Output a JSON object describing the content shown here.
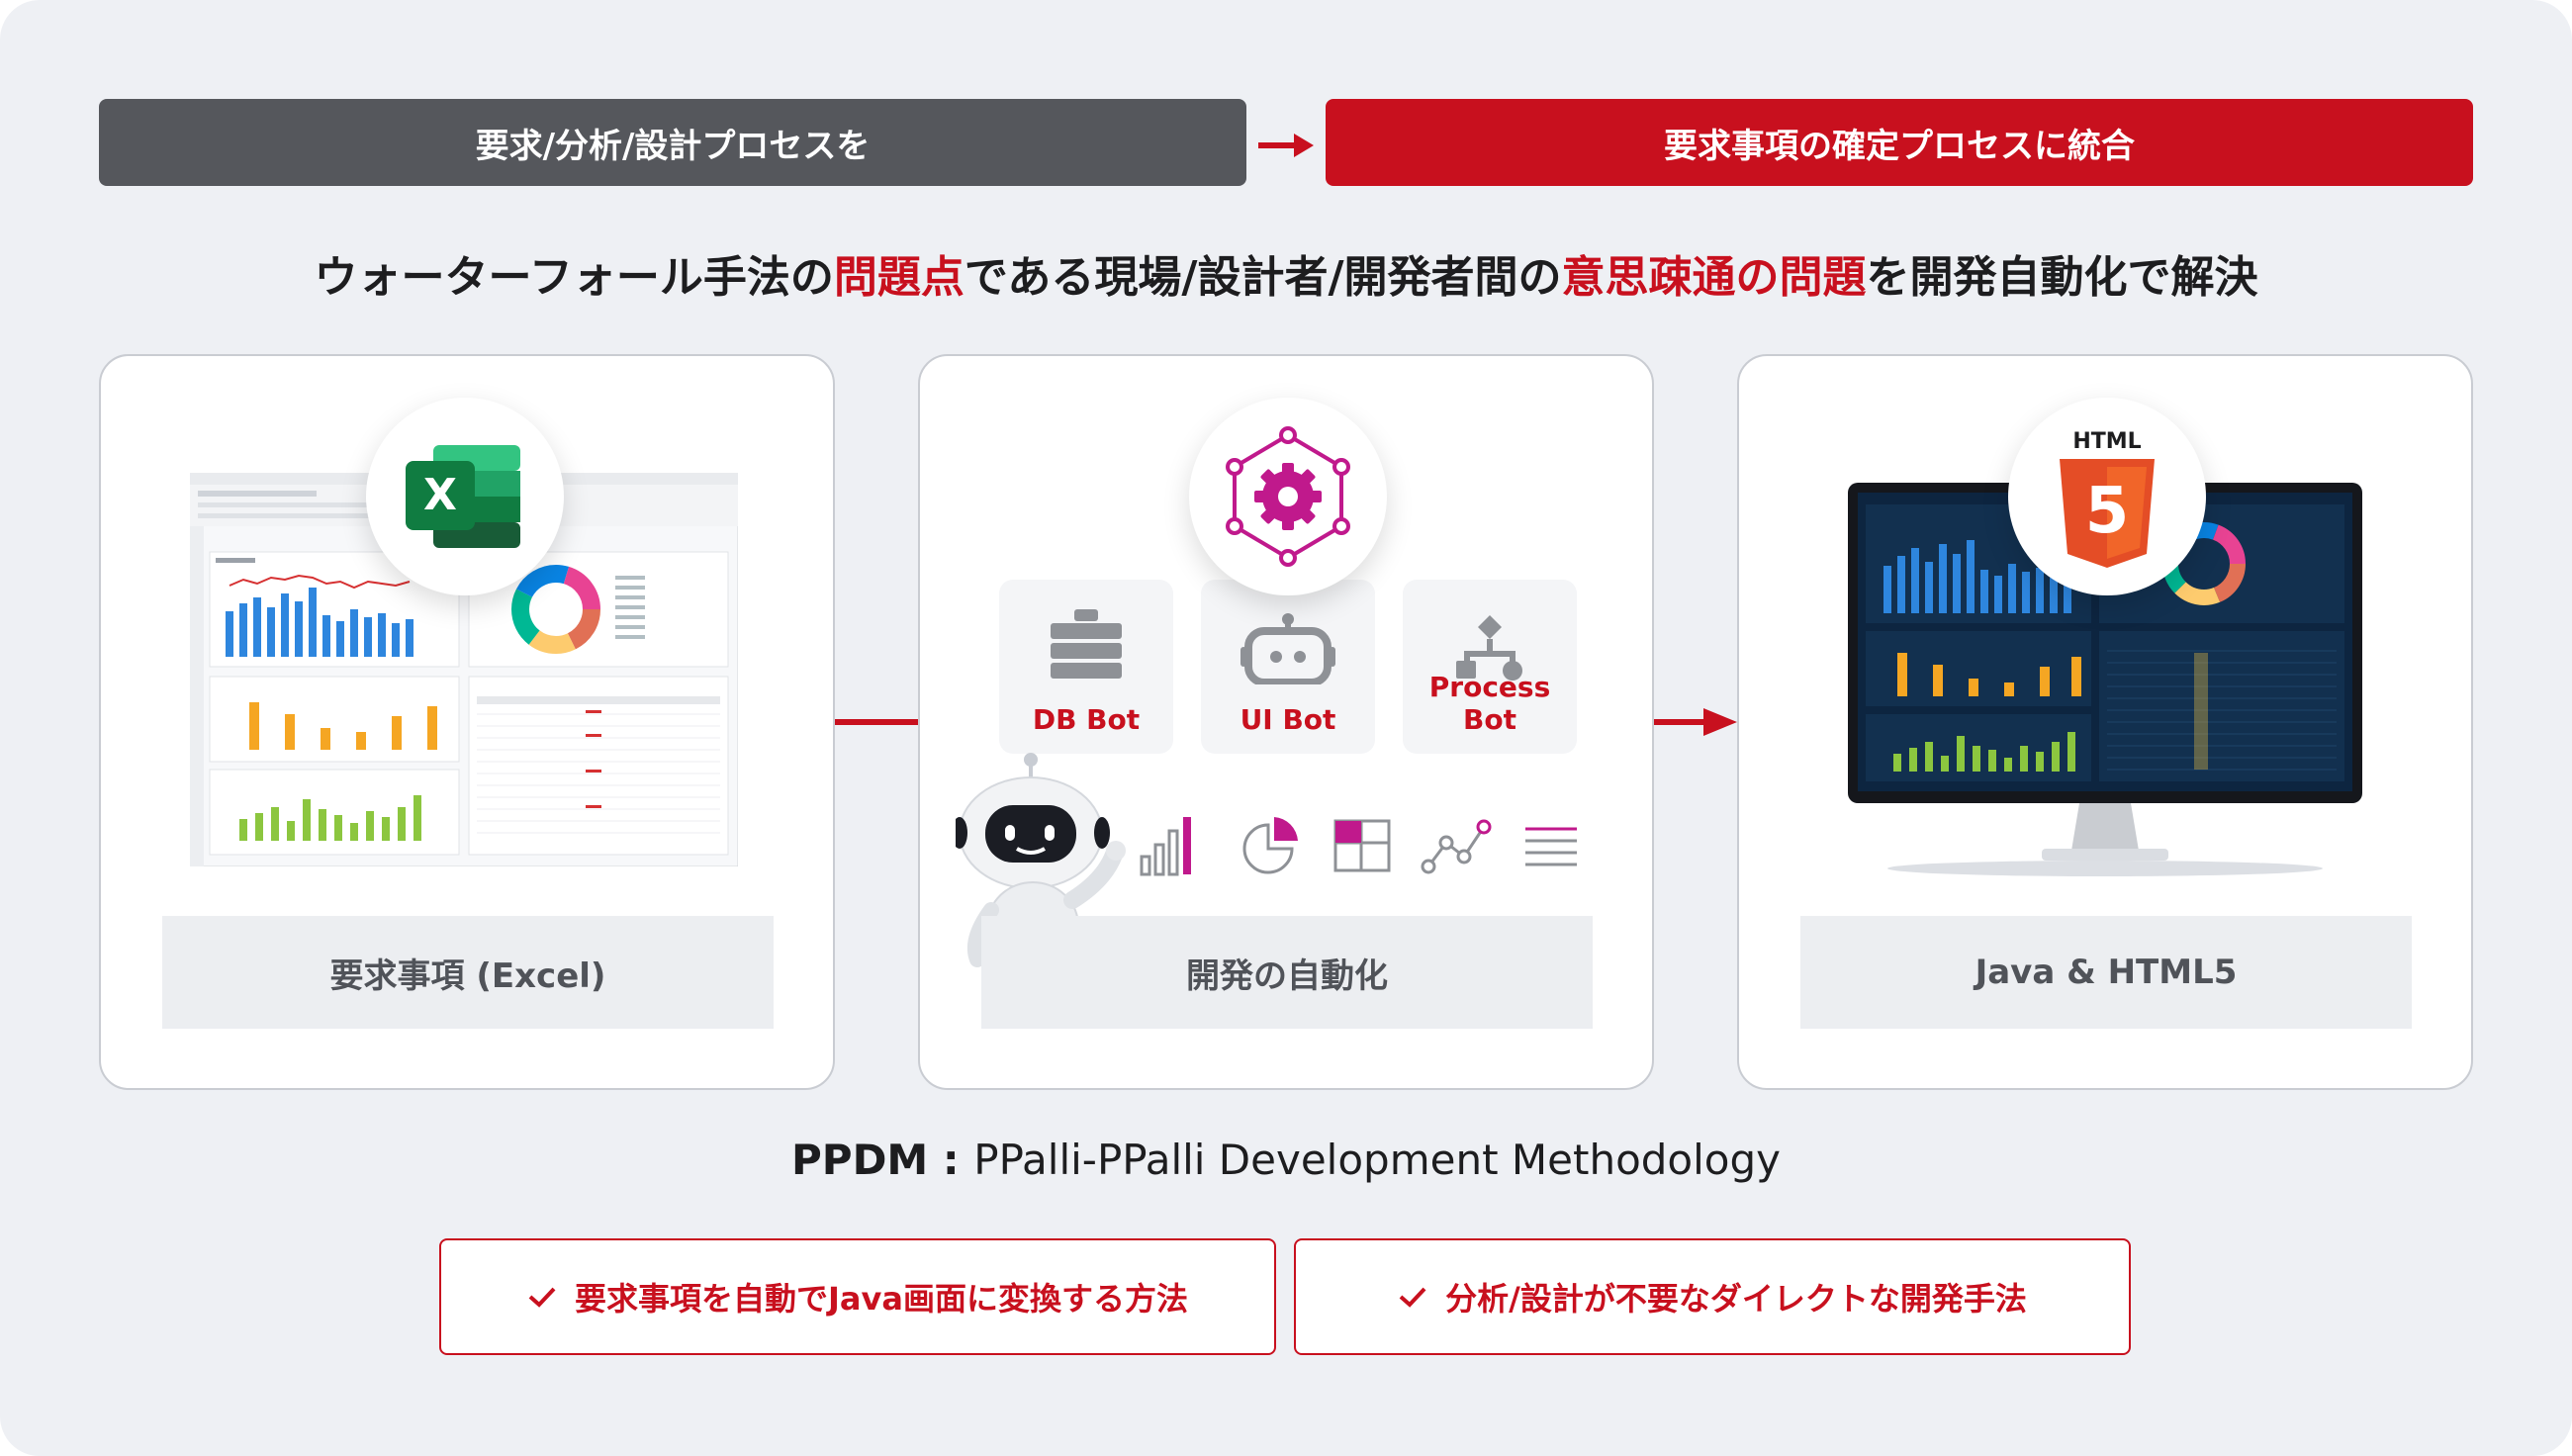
{
  "top_bar": {
    "left_label": "要求/分析/設計プロセスを",
    "right_label": "要求事項の確定プロセスに統合"
  },
  "headline": {
    "part1": "ウォーターフォール手法の",
    "part2": "問題点",
    "part3": "である現場/設計者/開発者間の",
    "part4": "意思疎通の問題",
    "part5": "を開発自動化で解決"
  },
  "cards": [
    {
      "label": "要求事項 (Excel)",
      "badge_icon": "excel-icon"
    },
    {
      "label": "開発の自動化",
      "badge_icon": "gear-network-icon",
      "bots": [
        "DB Bot",
        "UI Bot",
        "Process Bot"
      ]
    },
    {
      "label": "Java & HTML5",
      "badge_icon": "html5-icon",
      "badge_text": "HTML",
      "badge_glyph": "5"
    }
  ],
  "ppdm": {
    "abbr": "PPDM",
    "separator": " : ",
    "full": "PPalli-PPalli Development Methodology"
  },
  "features": [
    "要求事項を自動でJava画面に変換する方法",
    "分析/設計が不要なダイレクトな開発手法"
  ],
  "colors": {
    "accent_red": "#c8101e",
    "bar_grey": "#55575c",
    "background": "#eef0f4"
  }
}
